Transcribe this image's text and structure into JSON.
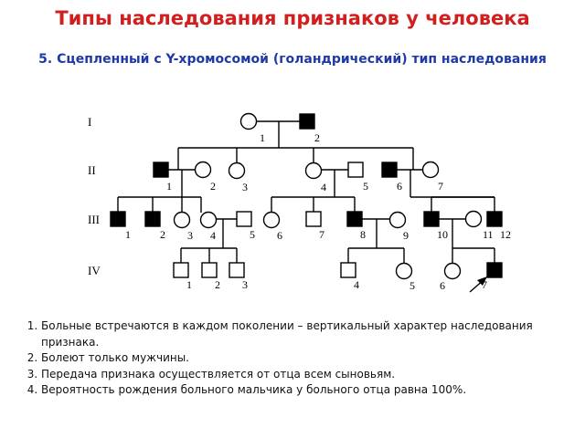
{
  "title": "Типы наследования признаков у человека",
  "subtitle": "5. Сцепленный с Y-хромосомой (голандрический)  тип наследования",
  "generations": [
    "I",
    "II",
    "III",
    "IV"
  ],
  "legend_note": "",
  "individuals": {
    "gen1": [
      {
        "label": "1",
        "sex": "female",
        "affected": false
      },
      {
        "label": "2",
        "sex": "male",
        "affected": true
      }
    ],
    "gen2": [
      {
        "label": "1",
        "sex": "male",
        "affected": true
      },
      {
        "label": "2",
        "sex": "female",
        "affected": false
      },
      {
        "label": "3",
        "sex": "female",
        "affected": false
      },
      {
        "label": "4",
        "sex": "female",
        "affected": false
      },
      {
        "label": "5",
        "sex": "male",
        "affected": false
      },
      {
        "label": "6",
        "sex": "male",
        "affected": true
      },
      {
        "label": "7",
        "sex": "female",
        "affected": false
      }
    ],
    "gen3": [
      {
        "label": "1",
        "sex": "male",
        "affected": true
      },
      {
        "label": "2",
        "sex": "male",
        "affected": true
      },
      {
        "label": "3",
        "sex": "female",
        "affected": false
      },
      {
        "label": "4",
        "sex": "female",
        "affected": false
      },
      {
        "label": "5",
        "sex": "male",
        "affected": false
      },
      {
        "label": "6",
        "sex": "female",
        "affected": false
      },
      {
        "label": "7",
        "sex": "male",
        "affected": false
      },
      {
        "label": "8",
        "sex": "male",
        "affected": true
      },
      {
        "label": "9",
        "sex": "female",
        "affected": false
      },
      {
        "label": "10",
        "sex": "male",
        "affected": true
      },
      {
        "label": "11",
        "sex": "female",
        "affected": false
      },
      {
        "label": "12",
        "sex": "male",
        "affected": true
      }
    ],
    "gen4": [
      {
        "label": "1",
        "sex": "male",
        "affected": false
      },
      {
        "label": "2",
        "sex": "male",
        "affected": false
      },
      {
        "label": "3",
        "sex": "male",
        "affected": false
      },
      {
        "label": "4",
        "sex": "male",
        "affected": false
      },
      {
        "label": "5",
        "sex": "female",
        "affected": false
      },
      {
        "label": "6",
        "sex": "female",
        "affected": false
      },
      {
        "label": "7",
        "sex": "male",
        "affected": true,
        "proband": true
      }
    ]
  },
  "facts": [
    "Больные встречаются в каждом поколении – вертикальный характер наследования признака.",
    "Болеют только мужчины.",
    "Передача признака осуществляется от отца всем сыновьям.",
    "Вероятность рождения больного мальчика у больного отца равна 100%."
  ],
  "colors": {
    "title": "#d11f1f",
    "subtitle": "#1f3aa8",
    "affected": "#000000",
    "line": "#000000"
  }
}
